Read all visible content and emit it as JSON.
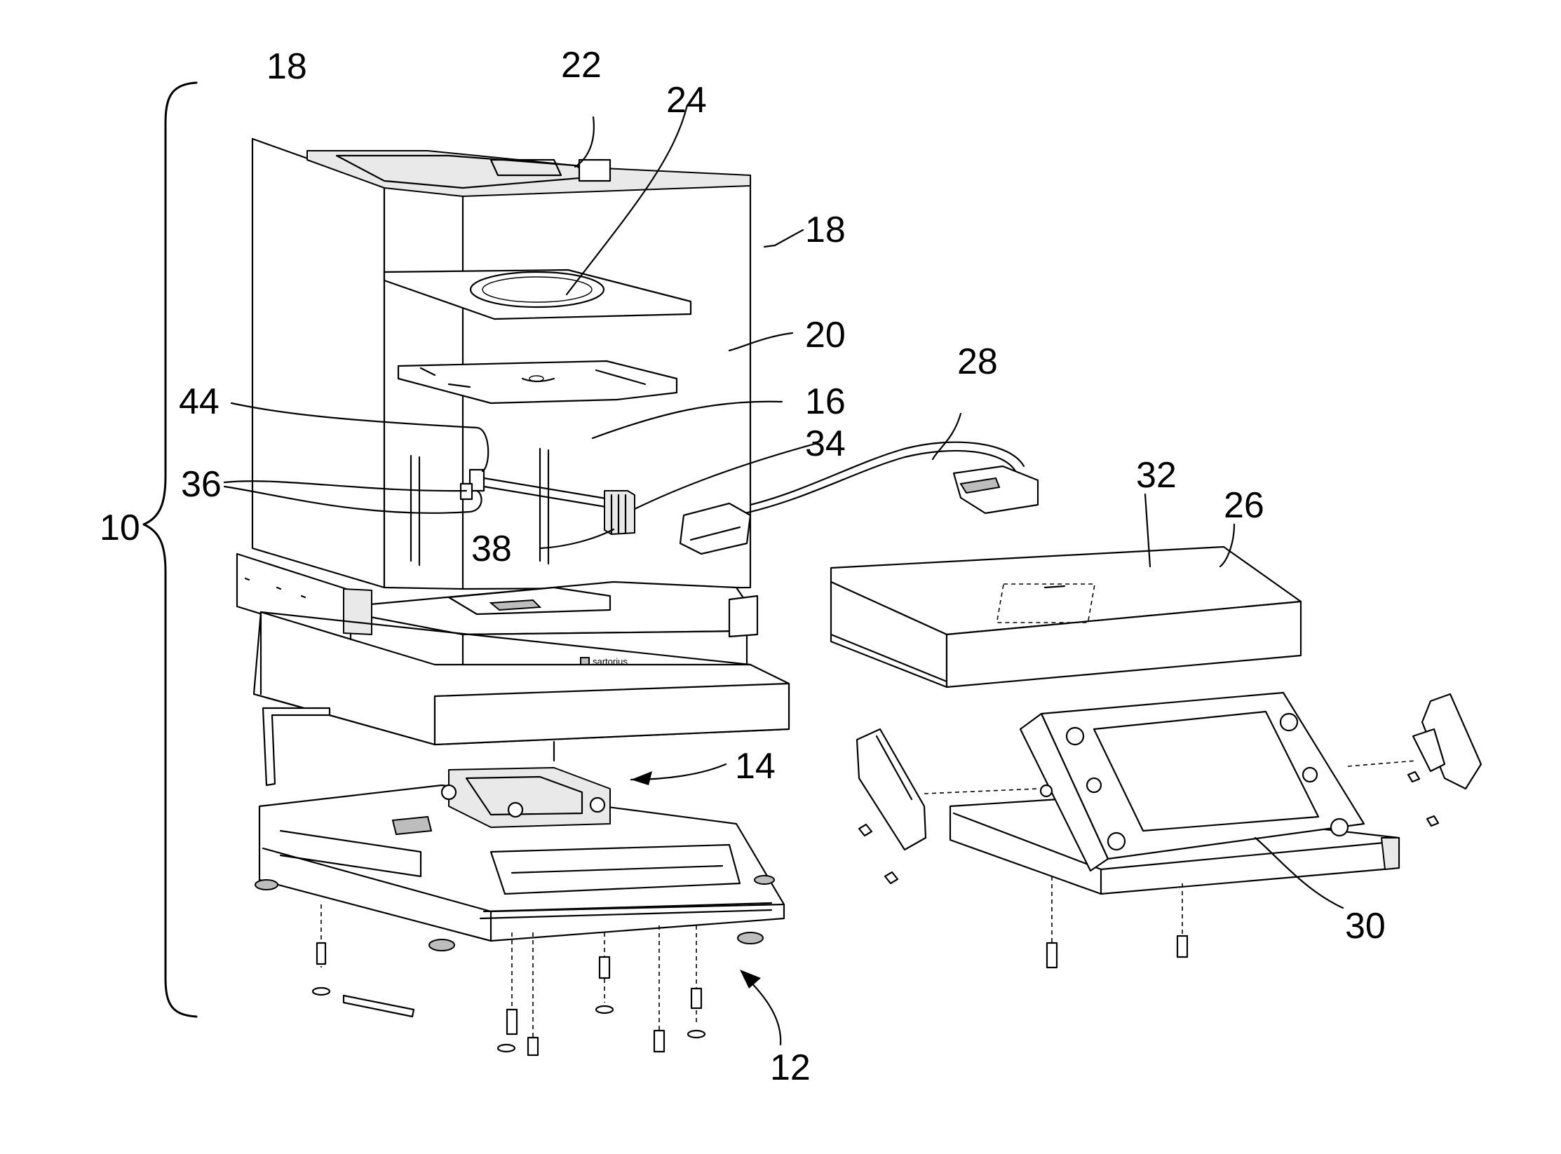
{
  "figure": {
    "reference_numerals": [
      {
        "id": "r18a",
        "text": "18"
      },
      {
        "id": "r22",
        "text": "22"
      },
      {
        "id": "r24",
        "text": "24"
      },
      {
        "id": "r18b",
        "text": "18"
      },
      {
        "id": "r20",
        "text": "20"
      },
      {
        "id": "r28",
        "text": "28"
      },
      {
        "id": "r16",
        "text": "16"
      },
      {
        "id": "r44",
        "text": "44"
      },
      {
        "id": "r34",
        "text": "34"
      },
      {
        "id": "r36",
        "text": "36"
      },
      {
        "id": "r32",
        "text": "32"
      },
      {
        "id": "r26",
        "text": "26"
      },
      {
        "id": "r10",
        "text": "10"
      },
      {
        "id": "r38",
        "text": "38"
      },
      {
        "id": "r14",
        "text": "14"
      },
      {
        "id": "r30",
        "text": "30"
      },
      {
        "id": "r12",
        "text": "12"
      }
    ],
    "brand_mark": "sartorius"
  }
}
